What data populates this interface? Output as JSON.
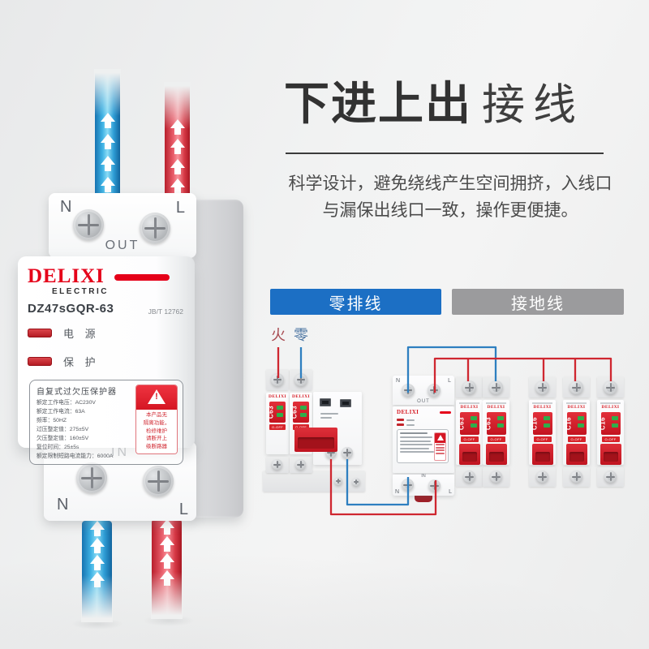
{
  "title": {
    "bold": "下进上出",
    "light": "接线"
  },
  "description": "科学设计，避免绕线产生空间拥挤，入线口与漏保出线口一致，操作更便捷。",
  "tabs": [
    {
      "label": "零排线",
      "color": "#1c6fc4"
    },
    {
      "label": "接地线",
      "color": "#9b9b9d"
    }
  ],
  "legend": {
    "live": "火",
    "neutral": "零"
  },
  "colors": {
    "brand_red": "#e50019",
    "tab_blue": "#1c6fc4",
    "tab_gray": "#9b9b9d",
    "wire_blue": "#2f9ed6",
    "wire_red": "#d63845",
    "diagram_line_red": "#cf2730",
    "diagram_line_blue": "#2e7fc0"
  },
  "product": {
    "top": {
      "left": "N",
      "right": "L",
      "center": "OUT"
    },
    "bottom": {
      "center": "IN",
      "left": "N",
      "right": "L"
    },
    "brand": "DELIXI",
    "brand_sub": "ELECTRIC",
    "model": "DZ47sGQR-63",
    "standard": "JB/T 12762",
    "led_power": "电 源",
    "led_protect": "保 护",
    "spec_title": "自复式过欠压保护器",
    "specs": [
      "额定工作电压：AC230V",
      "额定工作电流：63A",
      "频率：50HZ",
      "过压整定值：275±5V",
      "欠压整定值：160±5V",
      "复位时间：25±5s",
      "额定限制短路电流能力：6000A"
    ],
    "warning_lines": [
      "本产品无",
      "隔离功能，",
      "检修维护",
      "请断开上",
      "级断路器"
    ]
  },
  "diagram": {
    "rcbo": {
      "brand": "DELIXI",
      "rating": "C63",
      "switch": "O-OFF"
    },
    "protector": {
      "brand": "DELIXI",
      "top_left": "N",
      "top_right": "L",
      "top_center": "OUT",
      "bottom_left": "N",
      "bottom_center": "IN",
      "bottom_right": "L"
    },
    "breakers": [
      {
        "brand": "DELIXI",
        "rating": "C63",
        "switch": "O-OFF"
      },
      {
        "brand": "DELIXI",
        "rating": "C63",
        "switch": "O-OFF"
      },
      {
        "brand": "DELIXI",
        "rating": "C16",
        "switch": "O-OFF"
      },
      {
        "brand": "DELIXI",
        "rating": "C16",
        "switch": "O-OFF"
      },
      {
        "brand": "DELIXI",
        "rating": "C16",
        "switch": "O-OFF"
      }
    ]
  }
}
